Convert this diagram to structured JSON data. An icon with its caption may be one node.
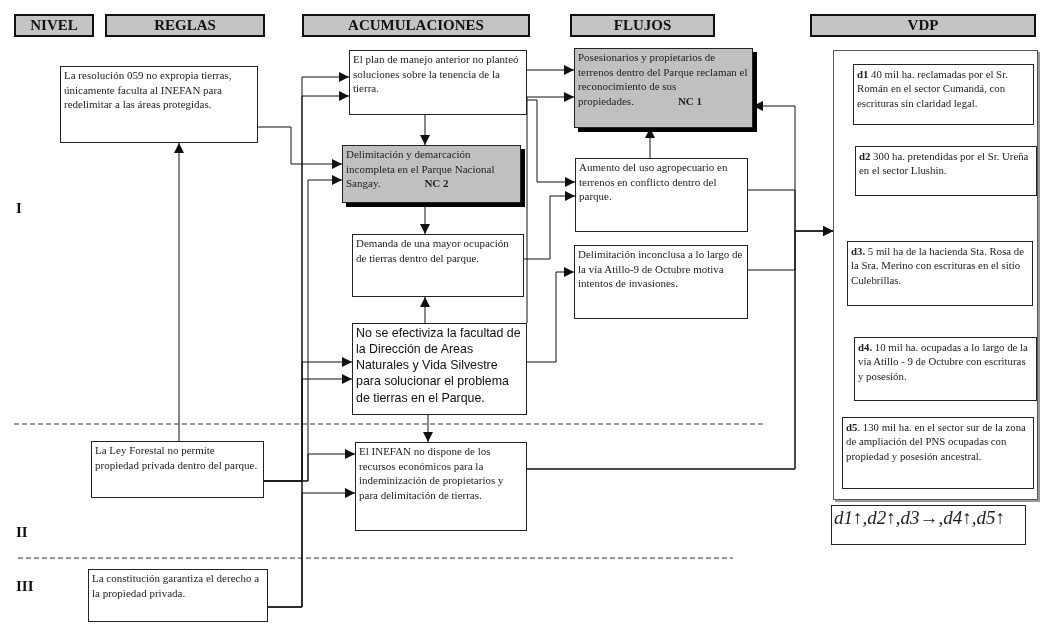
{
  "diagram": {
    "nodes": [
      {
        "text": [
          "NIVEL"
        ]
      },
      {
        "text": [
          "REGLAS"
        ]
      },
      {
        "text": [
          "ACUMULACIONES"
        ]
      },
      {
        "text": [
          "FLUJOS"
        ]
      },
      {
        "text": [
          "VDP"
        ]
      },
      {
        "text": [
          "La resolución 059 no expropia tierras, únicamente faculta al INEFAN para redelimitar a las áreas protegidas."
        ]
      },
      {
        "text": [
          "El plan de manejo anterior no planteó soluciones sobre la tenencia de la tierra."
        ]
      },
      {
        "text": [
          "Delimitación y demarcación incompleta en el Parque Nacional Sangay.",
          "NC 2"
        ]
      },
      {
        "text": [
          "Demanda de una mayor ocupación de tierras dentro del parque."
        ]
      },
      {
        "text": [
          "No se efectiviza la facultad de la Dirección de Areas Naturales y Vida Silvestre para solucionar el problema de tierras en el Parque."
        ]
      },
      {
        "text": [
          "La Ley Forestal no permite propiedad privada dentro del parque."
        ]
      },
      {
        "text": [
          "El INEFAN no dispone de los recursos económicos para la indeminización de propietarios y para delimitación de tierras."
        ]
      },
      {
        "text": [
          "La constitución garantiza el derecho a la propiedad privada."
        ]
      },
      {
        "text": [
          "Posesionarios y propietarios de terrenos dentro del Parque reclaman el reconocimiento de sus propiedades.",
          "NC 1"
        ]
      },
      {
        "text": [
          "Aumento del uso agropecuario en terrenos en conflicto dentro del parque."
        ]
      },
      {
        "text": [
          "Delimitación inconclusa a lo largo de la vía Atillo-9 de Octubre motiva intentos de invasiones."
        ]
      },
      {
        "text": [],
        "shape": "box"
      },
      {
        "text": [
          "**d1** 40 mil ha. reclamadas por el Sr. Román en el sector Cumandá, con escrituras sin claridad legal."
        ],
        "in": 16
      },
      {
        "text": [
          "**d2** 300 ha. pretendidas por el Sr. Ureña en el sector Llushin."
        ],
        "in": 16
      },
      {
        "text": [
          "**d3.** 5 mil ha de la hacienda Sta. Rosa de la Sra. Merino con escrituras en el sitio Culebrillas."
        ],
        "in": 16
      },
      {
        "text": [
          "**d4.** 10 mil ha. ocupadas a lo largo de la vía Atillo - 9 de Octubre con escrituras y posesión."
        ],
        "in": 16
      },
      {
        "text": [
          "**d5**. 130 mil ha. en el sector sur de la zona de ampliación del PNS ocupadas con propiedad y posesión ancestral."
        ],
        "in": 16
      },
      {
        "text": [
          "d1↑,d2↑,d3→,d4↑,d5↑"
        ]
      }
    ],
    "edges": [
      {
        "from": 6,
        "to": 7,
        "arrow": "to"
      },
      {
        "from": 7,
        "to": 8,
        "arrow": "to"
      },
      {
        "from": 9,
        "to": 8,
        "arrow": "to"
      },
      {
        "from": 9,
        "to": 11,
        "arrow": "to"
      },
      {
        "from": 14,
        "to": 13,
        "arrow": "to"
      },
      {
        "from": 6,
        "to": 13,
        "arrow": "to"
      },
      {
        "from": 9,
        "to": 13,
        "arrow": "to"
      },
      {
        "from": 6,
        "to": 14,
        "arrow": "to"
      },
      {
        "from": 8,
        "to": 14,
        "arrow": "to"
      },
      {
        "from": 9,
        "to": 15,
        "arrow": "to"
      },
      {
        "from": 5,
        "to": 7,
        "arrow": "to"
      },
      {
        "from": 10,
        "to": 5,
        "arrow": "to"
      },
      {
        "from": 10,
        "to": 6,
        "arrow": "to"
      },
      {
        "from": 12,
        "to": 6,
        "arrow": "to"
      },
      {
        "from": 10,
        "to": 9,
        "arrow": "to"
      },
      {
        "from": 12,
        "to": 9,
        "arrow": "to"
      },
      {
        "from": 10,
        "to": 7,
        "arrow": "to"
      },
      {
        "from": 10,
        "to": 11,
        "arrow": "to"
      },
      {
        "from": 12,
        "to": 11,
        "arrow": "to"
      },
      {
        "from": 14,
        "to": 16,
        "arrow": "to"
      },
      {
        "from": 15,
        "to": 16,
        "arrow": "to"
      },
      {
        "from": 11,
        "to": 16,
        "arrow": "to"
      },
      {
        "from": 11,
        "to": 13,
        "arrow": "to"
      }
    ],
    "labels": [
      "I",
      "II",
      "III"
    ]
  }
}
